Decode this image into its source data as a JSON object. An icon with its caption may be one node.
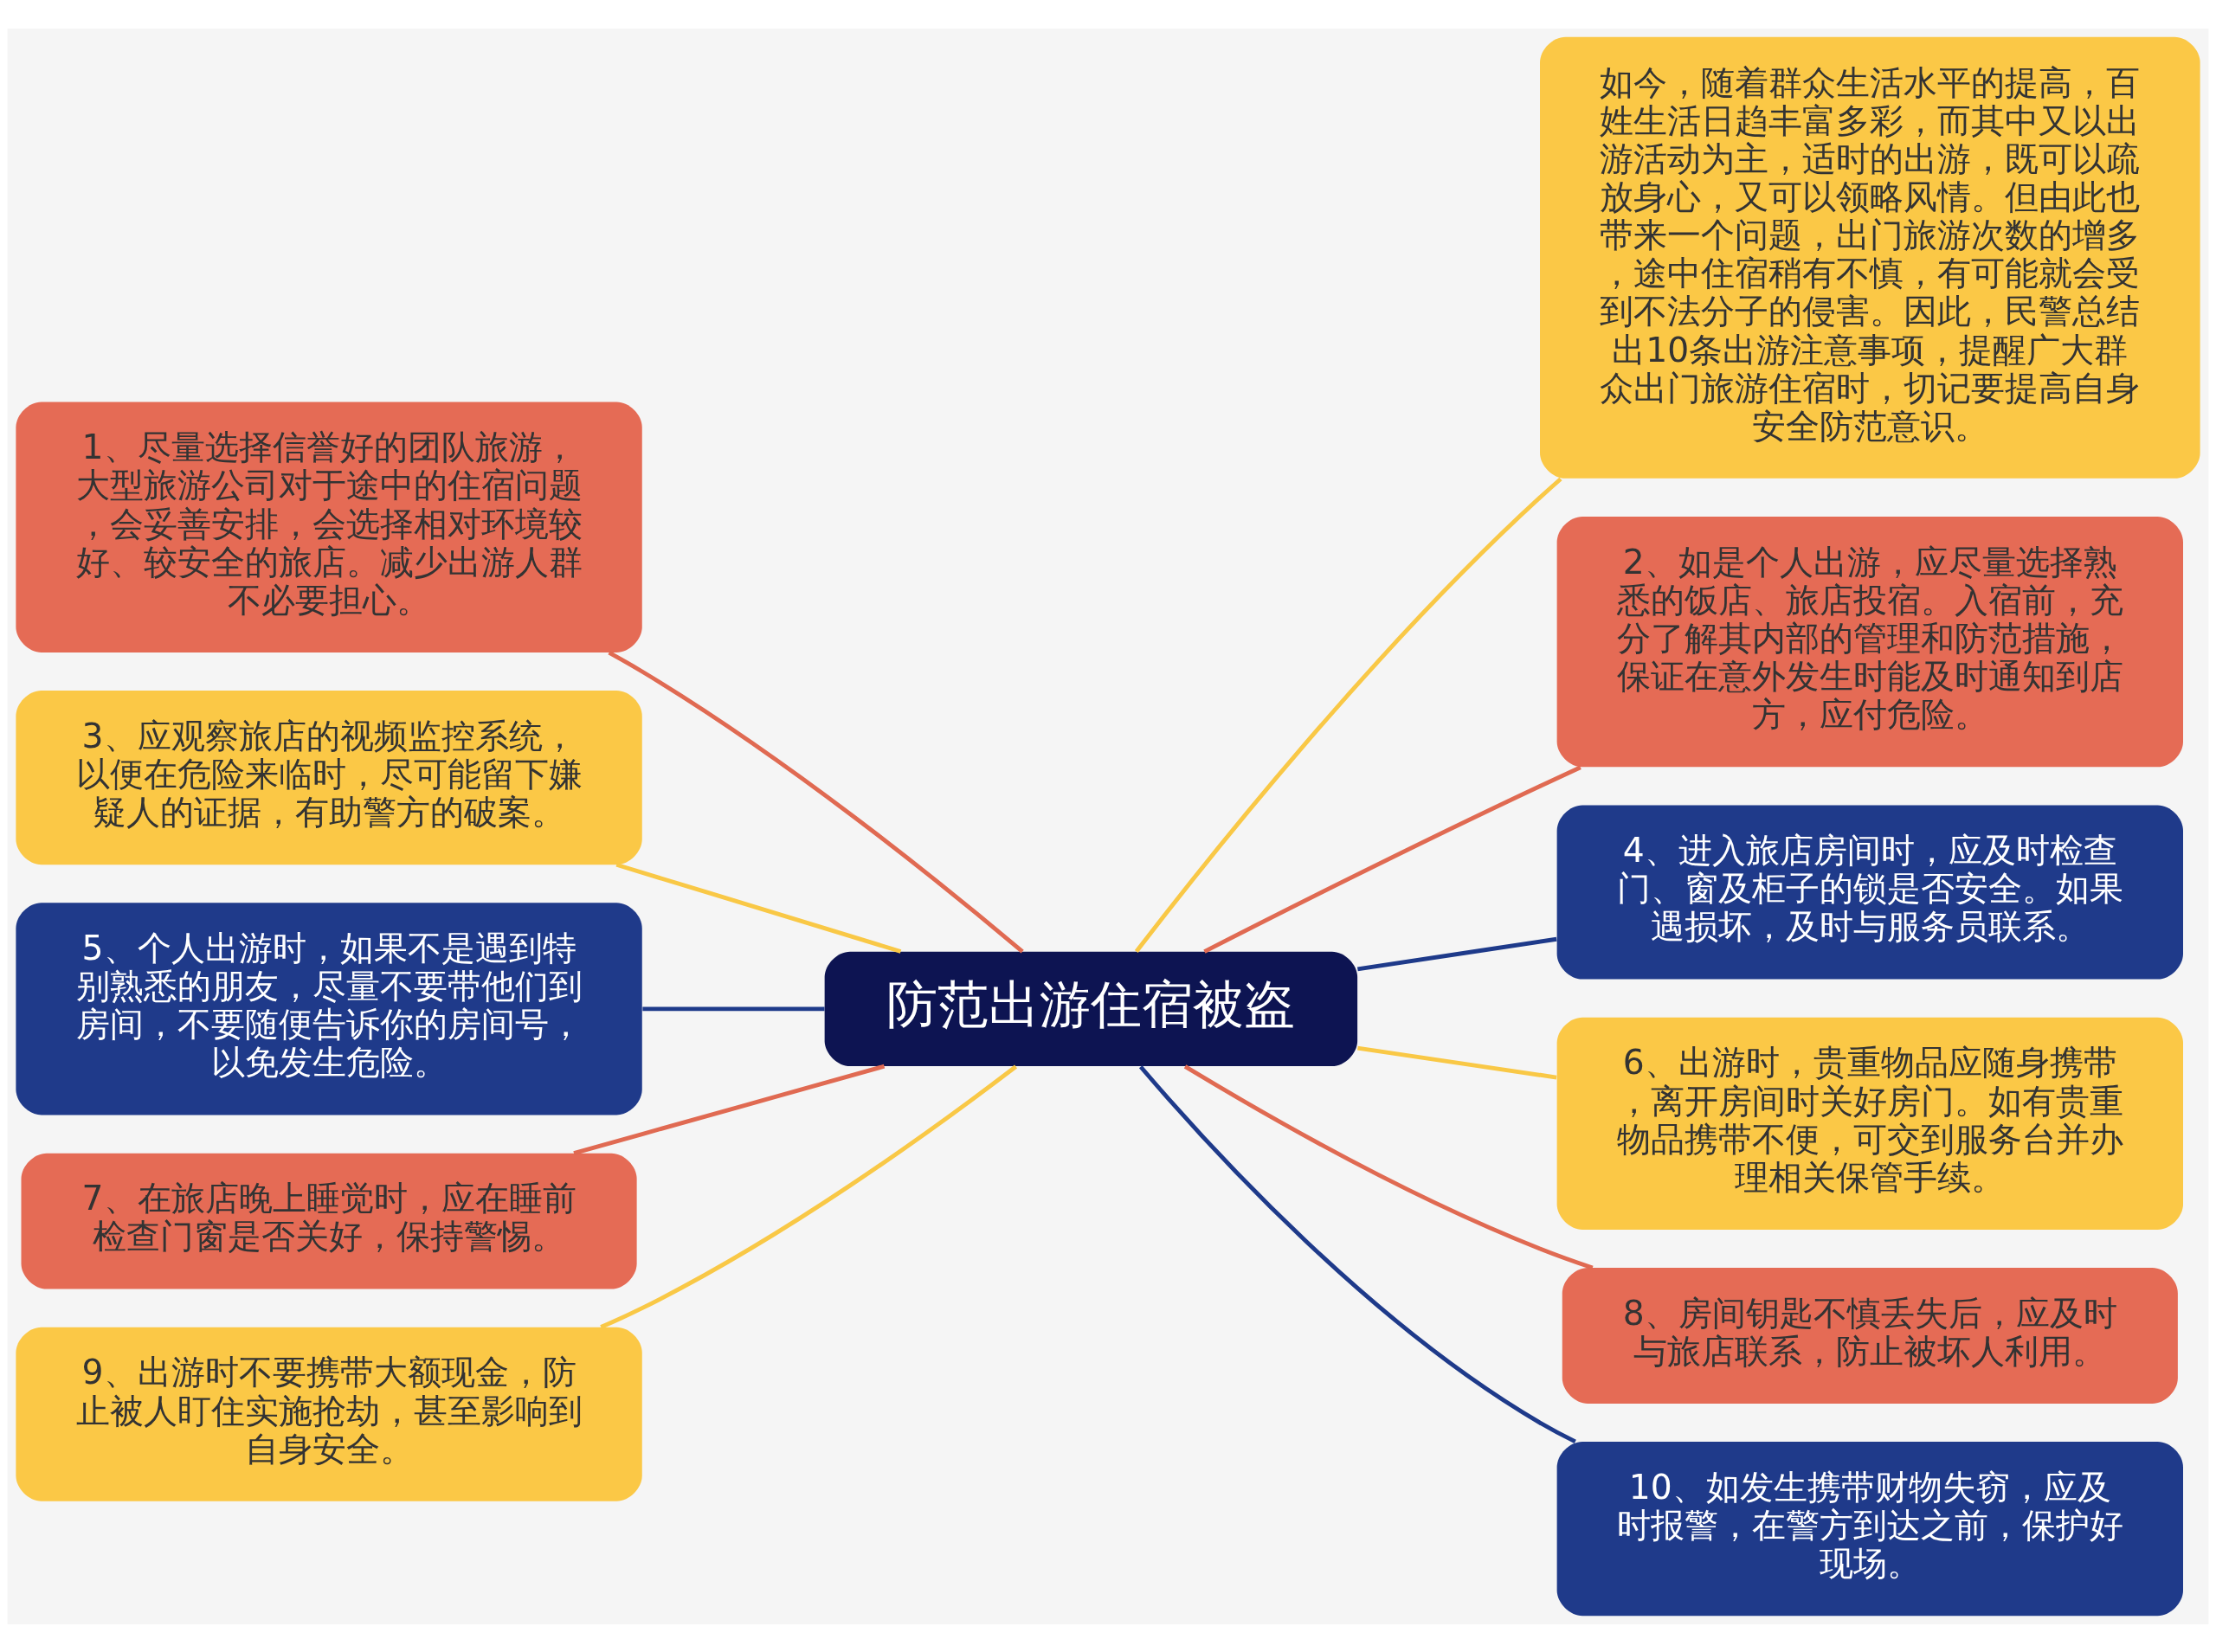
{
  "diagram": {
    "nodes": [
      {
        "text": [
          "防范出游住宿被盗"
        ]
      },
      {
        "text": [
          "如今，随着群众生活水平的提高，百姓生活日趋丰富多彩，而其中又以出游活动为主，适时的出游，既可以疏放身心，又可以领略风情。但由此也带来一个问题，出门旅游次数的增多，途中住宿稍有不慎，有可能就会受到不法分子的侵害。因此，民警总结出10条出游注意事项，提醒广大群众出门旅游住宿时，切记要提高自身安全防范意识。"
        ]
      },
      {
        "text": [
          "1、尽量选择信誉好的团队旅游，大型旅游公司对于途中的住宿问题，会妥善安排，会选择相对环境较好、较安全的旅店。减少出游人群不必要担心。"
        ]
      },
      {
        "text": [
          "2、如是个人出游，应尽量选择熟悉的饭店、旅店投宿。入宿前，充分了解其内部的管理和防范措施，保证在意外发生时能及时通知到店方，应付危险。"
        ]
      },
      {
        "text": [
          "3、应观察旅店的视频监控系统，以便在危险来临时，尽可能留下嫌疑人的证据，有助警方的破案。"
        ]
      },
      {
        "text": [
          "4、进入旅店房间时，应及时检查门、窗及柜子的锁是否安全。如果遇损坏，及时与服务员联系。"
        ]
      },
      {
        "text": [
          "5、个人出游时，如果不是遇到特别熟悉的朋友，尽量不要带他们到房间，不要随便告诉你的房间号，以免发生危险。"
        ]
      },
      {
        "text": [
          "6、出游时，贵重物品应随身携带，离开房间时关好房门。如有贵重物品携带不便，可交到服务台并办理相关保管手续。"
        ]
      },
      {
        "text": [
          "7、在旅店晚上睡觉时，应在睡前检查门窗是否关好，保持警惕。"
        ]
      },
      {
        "text": [
          "8、房间钥匙不慎丢失后，应及时与旅店联系，防止被坏人利用。"
        ]
      },
      {
        "text": [
          "9、出游时不要携带大额现金，防止被人盯住实施抢劫，甚至影响到自身安全。"
        ]
      },
      {
        "text": [
          "10、如发生携带财物失窃，应及时报警，在警方到达之前，保护好现场。"
        ]
      }
    ],
    "edges": [
      {
        "from": 0,
        "to": 1,
        "arrow": "none",
        "color": "#f9c846"
      },
      {
        "from": 0,
        "to": 2,
        "arrow": "none",
        "color": "#e06a52"
      },
      {
        "from": 0,
        "to": 3,
        "arrow": "none",
        "color": "#e06a52"
      },
      {
        "from": 0,
        "to": 4,
        "arrow": "none",
        "color": "#f9c846"
      },
      {
        "from": 0,
        "to": 5,
        "arrow": "none",
        "color": "#1e3a8a"
      },
      {
        "from": 0,
        "to": 6,
        "arrow": "none",
        "color": "#1e3a8a"
      },
      {
        "from": 0,
        "to": 7,
        "arrow": "none",
        "color": "#f9c846"
      },
      {
        "from": 0,
        "to": 8,
        "arrow": "none",
        "color": "#e06a52"
      },
      {
        "from": 0,
        "to": 9,
        "arrow": "none",
        "color": "#e06a52"
      },
      {
        "from": 0,
        "to": 10,
        "arrow": "none",
        "color": "#f9c846"
      },
      {
        "from": 0,
        "to": 11,
        "arrow": "none",
        "color": "#1e3a8a"
      }
    ]
  }
}
